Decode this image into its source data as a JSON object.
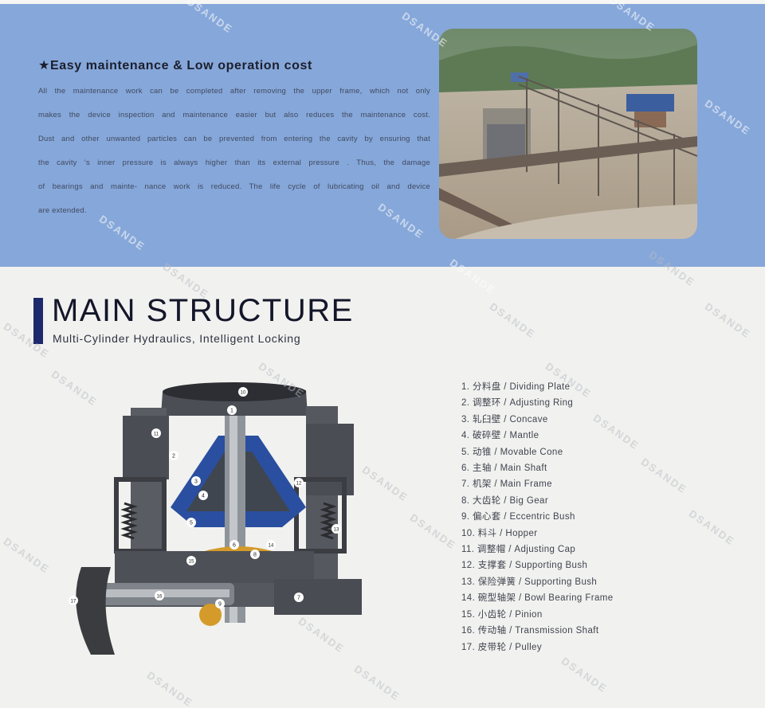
{
  "feature": {
    "title": "★Easy maintenance & Low operation cost",
    "lines": [
      "All the maintenance work can be completed after removing the upper frame, which  not only",
      "makes the device  inspection and  maintenance easier but also reduces the maintenance cost.",
      "Dust and other unwanted particles can be prevented from entering the cavity by ensuring that",
      "the cavity 's inner pressure is always higher than its   external   pressure .  Thus,   the   damage",
      "of    bearings    and mainte- nance work is reduced. The life cycle of lubricating oil and device",
      "are extended."
    ]
  },
  "structure": {
    "title": "MAIN STRUCTURE",
    "subtitle": "Multi-Cylinder Hydraulics, Intelligent Locking"
  },
  "parts": [
    "1. 分料盘 / Dividing Plate",
    "2. 调整环 / Adjusting Ring",
    "3. 轧臼壁 / Concave",
    "4. 破碎壁 / Mantle",
    "5. 动锥 / Movable Cone",
    "6. 主轴 / Main Shaft",
    "7. 机架 / Main Frame",
    "8. 大齿轮 / Big Gear",
    "9. 偏心套 / Eccentric Bush",
    "10. 料斗 / Hopper",
    "11. 调整帽 / Adjusting Cap",
    "12. 支撑套 / Supporting Bush",
    "13. 保险弹簧 / Supporting Bush",
    "14. 碗型轴架 / Bowl Bearing Frame",
    "15. 小齿轮 / Pinion",
    "16. 传动轴 / Transmission Shaft",
    "17. 皮带轮 / Pulley"
  ],
  "callouts": [
    "1",
    "2",
    "3",
    "4",
    "5",
    "6",
    "7",
    "8",
    "9",
    "10",
    "11",
    "12",
    "13",
    "14",
    "15",
    "16",
    "17"
  ],
  "watermark": "DSANDE",
  "colors": {
    "band": "#86a7d9",
    "accent": "#1c2a6b",
    "cone": "#2a4fa0",
    "gear": "#d49a2a"
  }
}
